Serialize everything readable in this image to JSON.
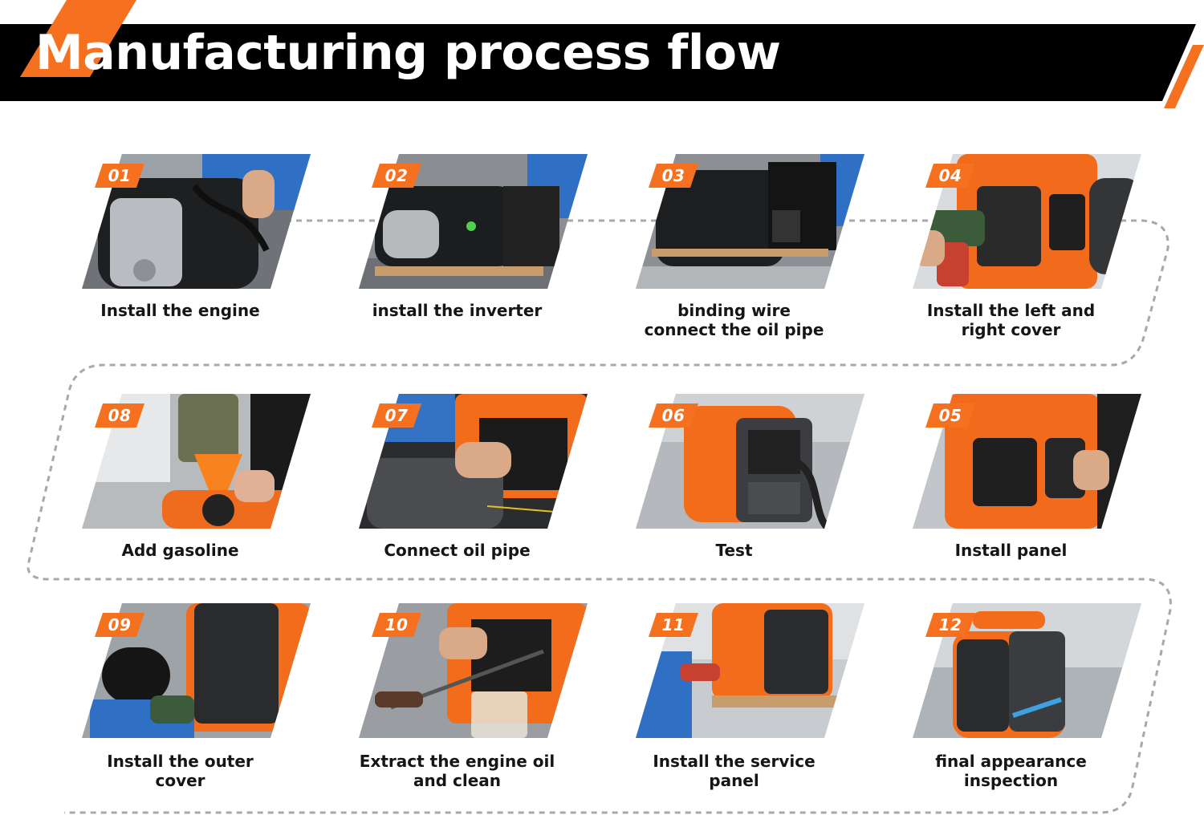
{
  "header": {
    "title": "Manufacturing process flow"
  },
  "colors": {
    "accent": "#f5711f",
    "banner": "#000000",
    "text": "#151515",
    "dash": "#a8a8a8"
  },
  "steps": [
    {
      "num": "01",
      "caption": "Install the engine"
    },
    {
      "num": "02",
      "caption": "install the inverter"
    },
    {
      "num": "03",
      "caption": "binding wire\nconnect the oil pipe"
    },
    {
      "num": "04",
      "caption": "Install the left and\nright cover"
    },
    {
      "num": "05",
      "caption": "Install panel"
    },
    {
      "num": "06",
      "caption": "Test"
    },
    {
      "num": "07",
      "caption": "Connect oil pipe"
    },
    {
      "num": "08",
      "caption": "Add gasoline"
    },
    {
      "num": "09",
      "caption": "Install the outer\ncover"
    },
    {
      "num": "10",
      "caption": "Extract the engine oil\nand clean"
    },
    {
      "num": "11",
      "caption": "Install  the service\npanel"
    },
    {
      "num": "12",
      "caption": "final appearance\ninspection"
    }
  ]
}
